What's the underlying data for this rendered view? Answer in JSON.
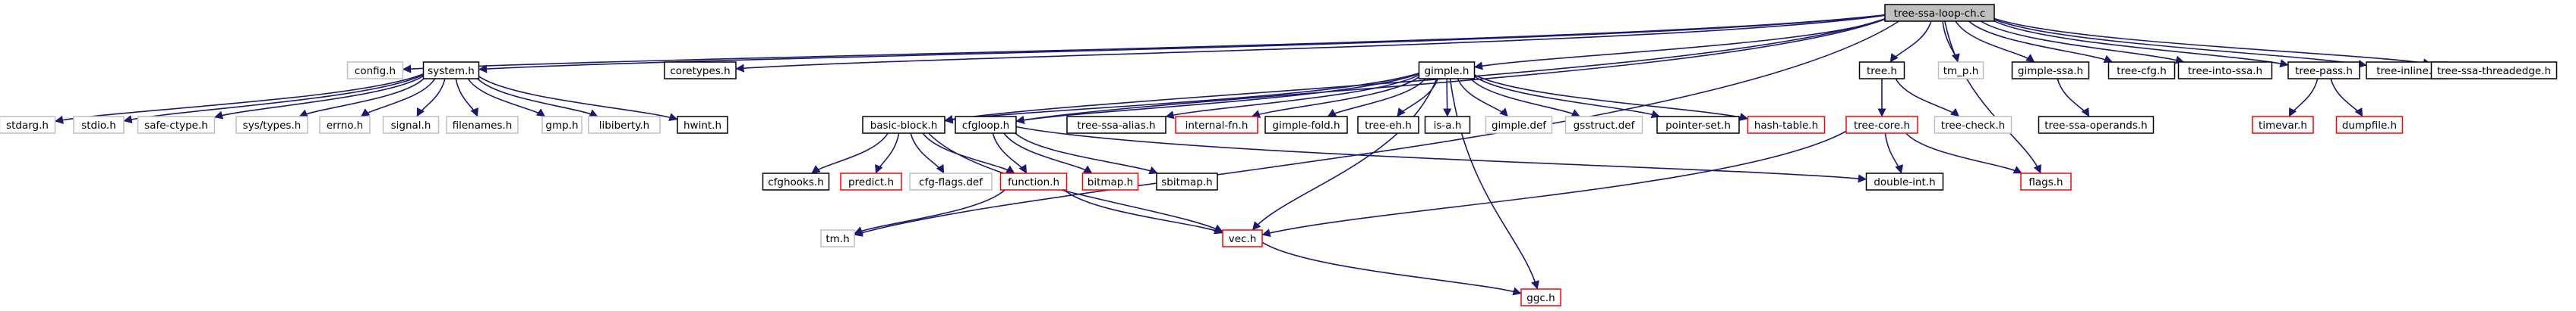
{
  "graph_title": "tree-ssa-loop-ch.c",
  "nodes": [
    {
      "id": "root",
      "label": "tree-ssa-loop-ch.c",
      "style": "root"
    },
    {
      "id": "config",
      "label": "config.h",
      "style": "gray"
    },
    {
      "id": "system",
      "label": "system.h",
      "style": "black"
    },
    {
      "id": "coretypes",
      "label": "coretypes.h",
      "style": "black"
    },
    {
      "id": "stdarg",
      "label": "stdarg.h",
      "style": "gray"
    },
    {
      "id": "stdio",
      "label": "stdio.h",
      "style": "gray"
    },
    {
      "id": "safectype",
      "label": "safe-ctype.h",
      "style": "gray"
    },
    {
      "id": "systypes",
      "label": "sys/types.h",
      "style": "gray"
    },
    {
      "id": "errno",
      "label": "errno.h",
      "style": "gray"
    },
    {
      "id": "signal",
      "label": "signal.h",
      "style": "gray"
    },
    {
      "id": "filenames",
      "label": "filenames.h",
      "style": "gray"
    },
    {
      "id": "gmp",
      "label": "gmp.h",
      "style": "gray"
    },
    {
      "id": "libiberty",
      "label": "libiberty.h",
      "style": "gray"
    },
    {
      "id": "hwint",
      "label": "hwint.h",
      "style": "black"
    },
    {
      "id": "tm",
      "label": "tm.h",
      "style": "gray"
    },
    {
      "id": "gimple",
      "label": "gimple.h",
      "style": "black"
    },
    {
      "id": "basicblock",
      "label": "basic-block.h",
      "style": "black"
    },
    {
      "id": "cfgloop",
      "label": "cfgloop.h",
      "style": "black"
    },
    {
      "id": "treessaalias",
      "label": "tree-ssa-alias.h",
      "style": "black"
    },
    {
      "id": "internalfn",
      "label": "internal-fn.h",
      "style": "red"
    },
    {
      "id": "gimplefold",
      "label": "gimple-fold.h",
      "style": "black"
    },
    {
      "id": "treeeh",
      "label": "tree-eh.h",
      "style": "black"
    },
    {
      "id": "isa",
      "label": "is-a.h",
      "style": "black"
    },
    {
      "id": "gimpledef",
      "label": "gimple.def",
      "style": "gray"
    },
    {
      "id": "gsstructdef",
      "label": "gsstruct.def",
      "style": "gray"
    },
    {
      "id": "pointerset",
      "label": "pointer-set.h",
      "style": "black"
    },
    {
      "id": "hashtable",
      "label": "hash-table.h",
      "style": "red"
    },
    {
      "id": "cfghooks",
      "label": "cfghooks.h",
      "style": "black"
    },
    {
      "id": "predict",
      "label": "predict.h",
      "style": "red"
    },
    {
      "id": "cfgflags",
      "label": "cfg-flags.def",
      "style": "gray"
    },
    {
      "id": "function",
      "label": "function.h",
      "style": "red"
    },
    {
      "id": "bitmap",
      "label": "bitmap.h",
      "style": "red"
    },
    {
      "id": "sbitmap",
      "label": "sbitmap.h",
      "style": "black"
    },
    {
      "id": "vec",
      "label": "vec.h",
      "style": "red"
    },
    {
      "id": "ggc",
      "label": "ggc.h",
      "style": "red"
    },
    {
      "id": "doubleint",
      "label": "double-int.h",
      "style": "black"
    },
    {
      "id": "tree",
      "label": "tree.h",
      "style": "black"
    },
    {
      "id": "treecore",
      "label": "tree-core.h",
      "style": "red"
    },
    {
      "id": "treecheck",
      "label": "tree-check.h",
      "style": "gray"
    },
    {
      "id": "flags",
      "label": "flags.h",
      "style": "red"
    },
    {
      "id": "tmp",
      "label": "tm_p.h",
      "style": "gray"
    },
    {
      "id": "gimplessa",
      "label": "gimple-ssa.h",
      "style": "black"
    },
    {
      "id": "treessaoperands",
      "label": "tree-ssa-operands.h",
      "style": "black"
    },
    {
      "id": "treecfg",
      "label": "tree-cfg.h",
      "style": "black"
    },
    {
      "id": "treeintossa",
      "label": "tree-into-ssa.h",
      "style": "black"
    },
    {
      "id": "treepass",
      "label": "tree-pass.h",
      "style": "black"
    },
    {
      "id": "timevar",
      "label": "timevar.h",
      "style": "red"
    },
    {
      "id": "dumpfile",
      "label": "dumpfile.h",
      "style": "red"
    },
    {
      "id": "treeinline",
      "label": "tree-inline.h",
      "style": "black"
    },
    {
      "id": "treessathreadedge",
      "label": "tree-ssa-threadedge.h",
      "style": "black"
    }
  ],
  "edges": [
    [
      "root",
      "config"
    ],
    [
      "root",
      "system"
    ],
    [
      "root",
      "coretypes"
    ],
    [
      "root",
      "tm"
    ],
    [
      "root",
      "gimple"
    ],
    [
      "root",
      "basicblock"
    ],
    [
      "root",
      "cfgloop"
    ],
    [
      "root",
      "tree"
    ],
    [
      "root",
      "tmp"
    ],
    [
      "root",
      "gimplessa"
    ],
    [
      "root",
      "treecfg"
    ],
    [
      "root",
      "treeintossa"
    ],
    [
      "root",
      "treepass"
    ],
    [
      "root",
      "treeinline"
    ],
    [
      "root",
      "treessathreadedge"
    ],
    [
      "root",
      "flags"
    ],
    [
      "system",
      "stdarg"
    ],
    [
      "system",
      "stdio"
    ],
    [
      "system",
      "safectype"
    ],
    [
      "system",
      "systypes"
    ],
    [
      "system",
      "errno"
    ],
    [
      "system",
      "signal"
    ],
    [
      "system",
      "filenames"
    ],
    [
      "system",
      "gmp"
    ],
    [
      "system",
      "libiberty"
    ],
    [
      "system",
      "hwint"
    ],
    [
      "gimple",
      "basicblock"
    ],
    [
      "gimple",
      "cfgloop"
    ],
    [
      "gimple",
      "treessaalias"
    ],
    [
      "gimple",
      "internalfn"
    ],
    [
      "gimple",
      "gimplefold"
    ],
    [
      "gimple",
      "treeeh"
    ],
    [
      "gimple",
      "isa"
    ],
    [
      "gimple",
      "gimpledef"
    ],
    [
      "gimple",
      "gsstructdef"
    ],
    [
      "gimple",
      "pointerset"
    ],
    [
      "gimple",
      "hashtable"
    ],
    [
      "gimple",
      "vec"
    ],
    [
      "gimple",
      "ggc"
    ],
    [
      "basicblock",
      "cfghooks"
    ],
    [
      "basicblock",
      "predict"
    ],
    [
      "basicblock",
      "cfgflags"
    ],
    [
      "basicblock",
      "function"
    ],
    [
      "basicblock",
      "vec"
    ],
    [
      "cfgloop",
      "function"
    ],
    [
      "cfgloop",
      "bitmap"
    ],
    [
      "cfgloop",
      "sbitmap"
    ],
    [
      "cfgloop",
      "doubleint"
    ],
    [
      "function",
      "tm"
    ],
    [
      "function",
      "vec"
    ],
    [
      "vec",
      "ggc"
    ],
    [
      "tree",
      "treecore"
    ],
    [
      "tree",
      "treecheck"
    ],
    [
      "treecore",
      "doubleint"
    ],
    [
      "treecore",
      "flags"
    ],
    [
      "treecore",
      "vec"
    ],
    [
      "gimplessa",
      "treessaoperands"
    ],
    [
      "treepass",
      "timevar"
    ],
    [
      "treepass",
      "dumpfile"
    ]
  ],
  "colors": {
    "edge": "#191970",
    "root_fill": "#bfbfbf",
    "black_border": "#000000",
    "red_border": "#ff0000",
    "gray_border": "#bfbfbf",
    "text": "#000000",
    "gray_text": "#000000"
  }
}
